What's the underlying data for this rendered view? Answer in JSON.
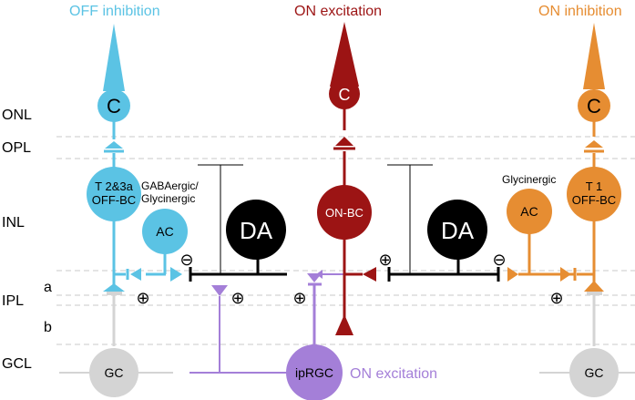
{
  "headers": {
    "off_inhibition": "OFF inhibition",
    "on_excitation": "ON excitation",
    "on_inhibition": "ON inhibition"
  },
  "layers": {
    "onl": "ONL",
    "opl": "OPL",
    "inl": "INL",
    "ipl": "IPL",
    "sublamina_a": "a",
    "sublamina_b": "b",
    "gcl": "GCL"
  },
  "cells": {
    "cone_left": "C",
    "cone_center": "C",
    "cone_right": "C",
    "off_bc_line1": "T 2&3a",
    "off_bc_line2": "OFF-BC",
    "ac_left": "AC",
    "ac_left_type_line1": "GABAergic/",
    "ac_left_type_line2": "Glycinergic",
    "da_left": "DA",
    "on_bc": "ON-BC",
    "da_right": "DA",
    "ac_right": "AC",
    "ac_right_type": "Glycinergic",
    "t1_line1": "T 1",
    "t1_line2": "OFF-BC",
    "gc_left": "GC",
    "gc_right": "GC",
    "iprgc": "ipRGC",
    "iprgc_label": "ON excitation"
  },
  "signs": {
    "plus": "⊕",
    "minus": "⊖"
  },
  "colors": {
    "off_blue": "#5bc3e4",
    "on_red": "#9c1414",
    "on_orange": "#e68d32",
    "iprgc_purple": "#a47fd8",
    "gc_gray": "#d4d4d4",
    "da_black": "#000000",
    "layer_line": "#c8c8c8"
  }
}
